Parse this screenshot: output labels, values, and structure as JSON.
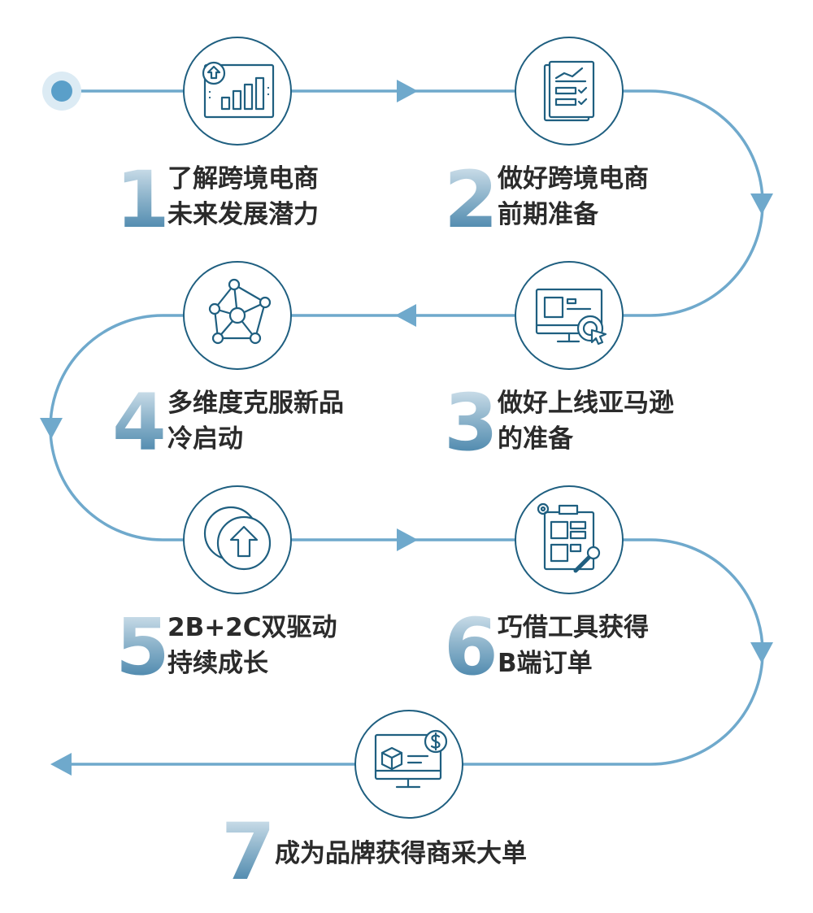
{
  "colors": {
    "path": "#6fa9cc",
    "icon_stroke": "#1f5f80",
    "circle_stroke": "#1f5f80",
    "text": "#2b2b2b",
    "start_dot": "#5a9fc9",
    "start_halo": "#dcebf4"
  },
  "steps": [
    {
      "number": "1",
      "line1": "了解跨境电商",
      "line2": "未来发展潜力",
      "icon": "growth-report-icon"
    },
    {
      "number": "2",
      "line1": "做好跨境电商",
      "line2": "前期准备",
      "icon": "checklist-document-icon"
    },
    {
      "number": "3",
      "line1": "做好上线亚马逊",
      "line2": "的准备",
      "icon": "monitor-click-icon"
    },
    {
      "number": "4",
      "line1": "多维度克服新品",
      "line2": "冷启动",
      "icon": "network-nodes-icon"
    },
    {
      "number": "5",
      "line1": "2B+2C双驱动",
      "line2": "持续成长",
      "icon": "upgrade-arrow-icon"
    },
    {
      "number": "6",
      "line1": "巧借工具获得",
      "line2": "B端订单",
      "icon": "tool-board-icon"
    },
    {
      "number": "7",
      "line1": "成为品牌获得商采大单",
      "line2": "",
      "icon": "product-sales-monitor-icon"
    }
  ]
}
